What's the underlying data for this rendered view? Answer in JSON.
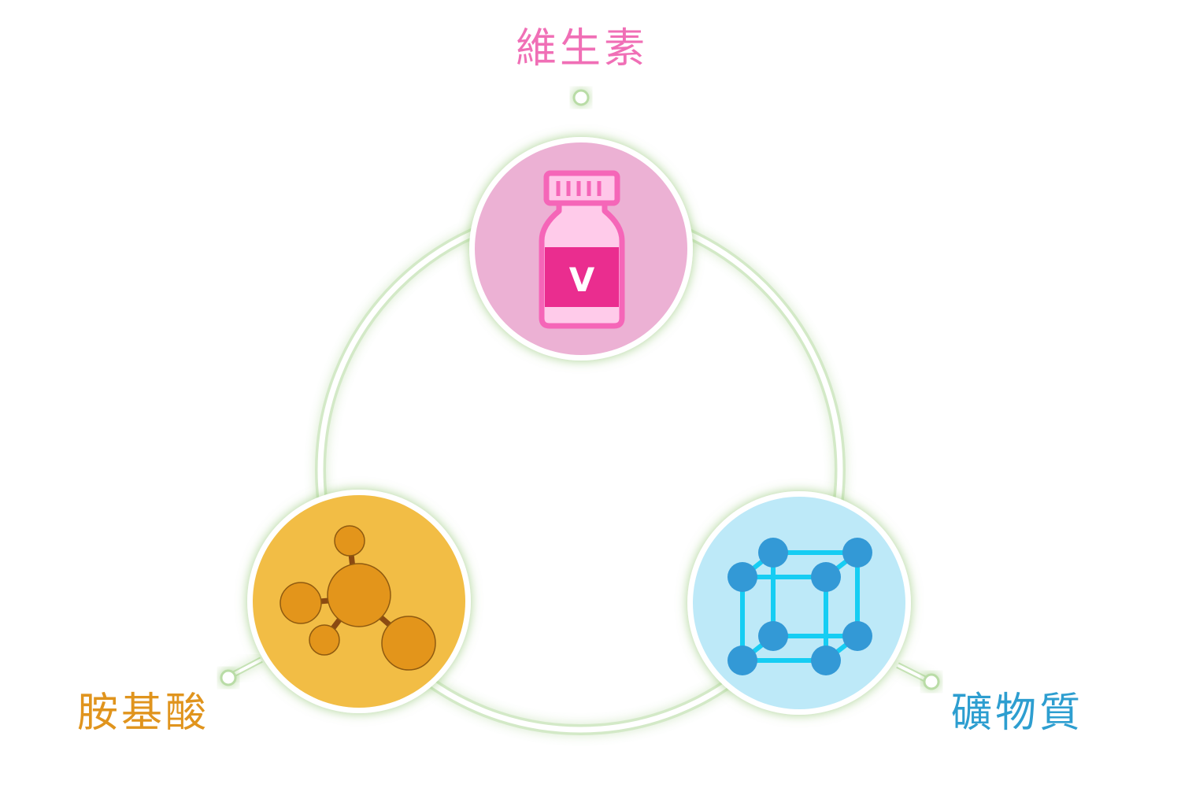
{
  "diagram": {
    "nodes": [
      {
        "id": "vitamins",
        "label": "維生素",
        "color": "#f06fb6",
        "fill": "#ecb1d4",
        "icon": "vitamin-bottle-icon",
        "icon_letter": "V"
      },
      {
        "id": "amino-acids",
        "label": "胺基酸",
        "color": "#e0941d",
        "fill": "#f2bd45",
        "icon": "molecule-icon"
      },
      {
        "id": "minerals",
        "label": "礦物質",
        "color": "#2d9ed0",
        "fill": "#bde9f8",
        "icon": "crystal-lattice-icon"
      }
    ],
    "ring_color": "#9fcf84"
  }
}
